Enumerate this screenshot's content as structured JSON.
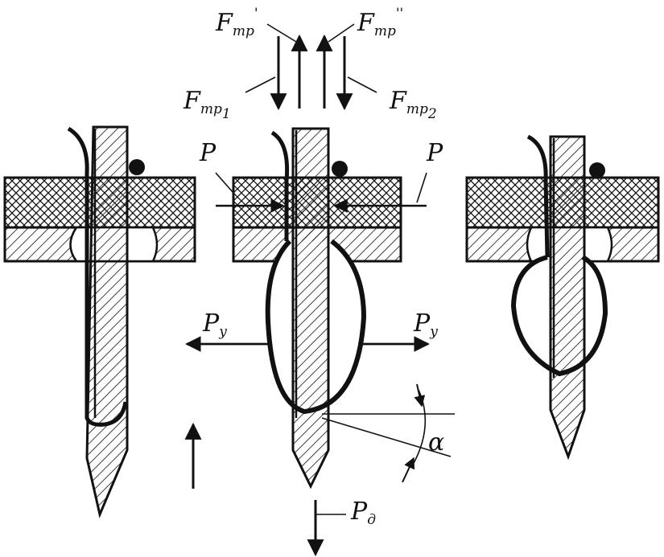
{
  "labels": {
    "f_tr_prime": {
      "base": "F",
      "sub": "тр",
      "sup": "'"
    },
    "f_tr_double": {
      "base": "F",
      "sub": "тр",
      "sup": "''"
    },
    "f_tr1": {
      "base": "F",
      "sub": "тр",
      "idx": "1"
    },
    "f_tr2": {
      "base": "F",
      "sub": "тр",
      "idx": "2"
    },
    "p_left": "P",
    "p_right": "P",
    "p_y_left": {
      "base": "P",
      "sub": "y"
    },
    "p_y_right": {
      "base": "P",
      "sub": "y"
    },
    "p_d": {
      "base": "P",
      "sub": "д"
    },
    "alpha": "α"
  },
  "colors": {
    "ink": "#111111",
    "paper": "#ffffff"
  }
}
